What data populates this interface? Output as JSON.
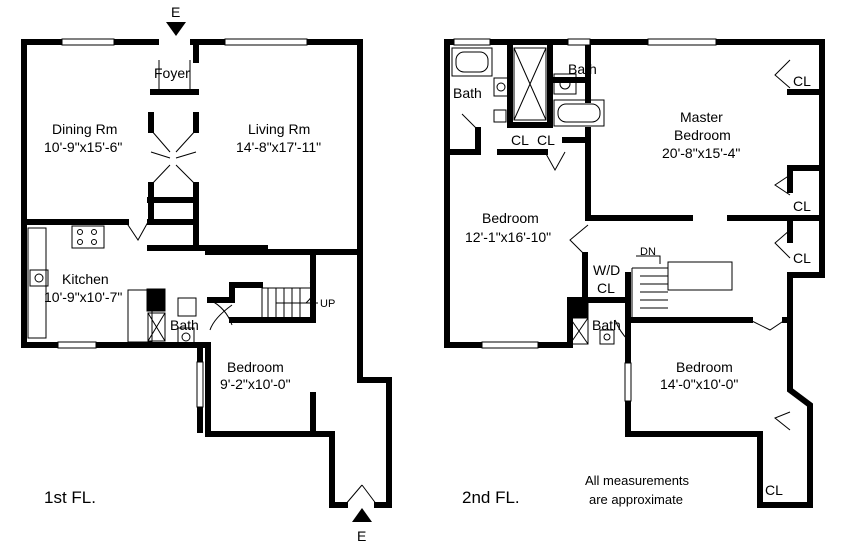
{
  "first_floor": {
    "label": "1st FL.",
    "entry_top": "E",
    "entry_bottom": "E",
    "stair_label": "UP",
    "rooms": {
      "foyer": {
        "name": "Foyer"
      },
      "dining": {
        "name": "Dining Rm",
        "dims": "10'-9\"x15'-6\""
      },
      "living": {
        "name": "Living Rm",
        "dims": "14'-8\"x17'-11\""
      },
      "kitchen": {
        "name": "Kitchen",
        "dims": "10'-9\"x10'-7\""
      },
      "bath": {
        "name": "Bath"
      },
      "bedroom": {
        "name": "Bedroom",
        "dims": "9'-2\"x10'-0\""
      }
    }
  },
  "second_floor": {
    "label": "2nd FL.",
    "stair_label": "DN",
    "rooms": {
      "bath_left": {
        "name": "Bath"
      },
      "bath_top": {
        "name": "Bath"
      },
      "master": {
        "name_line1": "Master",
        "name_line2": "Bedroom",
        "dims": "20'-8\"x15'-4\""
      },
      "bedroom_left": {
        "name": "Bedroom",
        "dims": "12'-1\"x16'-10\""
      },
      "wd": {
        "line1": "W/D",
        "line2": "CL"
      },
      "bath_small": {
        "name": "Bath"
      },
      "bedroom_right": {
        "name": "Bedroom",
        "dims": "14'-0\"x10'-0\""
      }
    },
    "closet_label": "CL"
  },
  "note": {
    "line1": "All measurements",
    "line2": "are approximate"
  }
}
